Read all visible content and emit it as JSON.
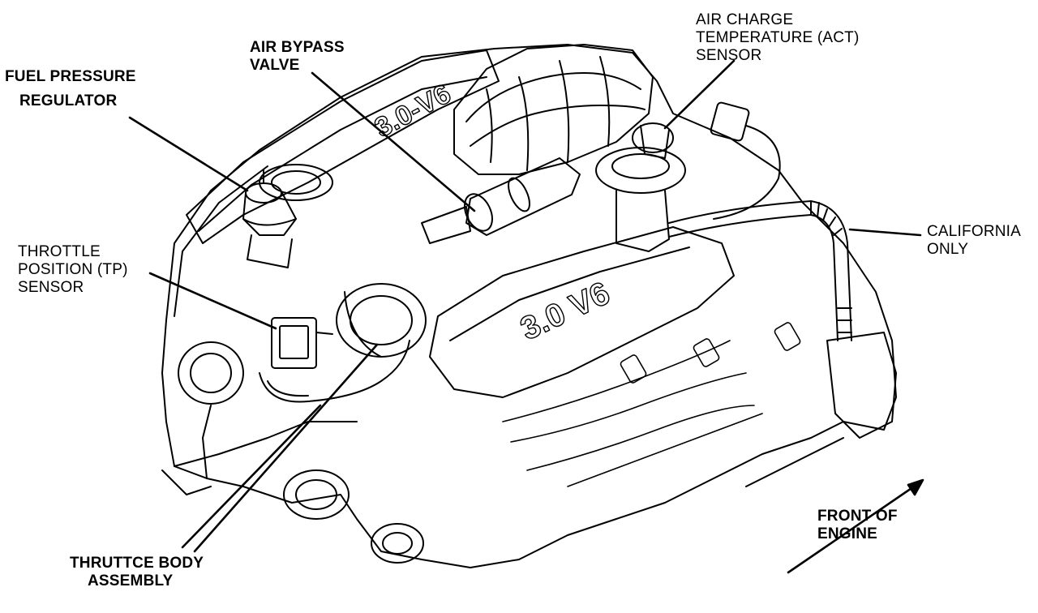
{
  "labels": {
    "fuel_pressure_regulator": [
      "FUEL PRESSURE",
      "REGULATOR"
    ],
    "air_bypass_valve": [
      "AIR BYPASS",
      "VALVE"
    ],
    "act_sensor": [
      "AIR CHARGE",
      "TEMPERATURE (ACT)",
      "SENSOR"
    ],
    "california_only": [
      "CALIFORNIA",
      "ONLY"
    ],
    "tp_sensor": [
      "THROTTLE",
      "POSITION (TP)",
      "SENSOR"
    ],
    "throttle_body": [
      "THRUTTCE BODY",
      "ASSEMBLY"
    ],
    "front_of_engine": [
      "FRONT OF",
      "ENGINE"
    ]
  },
  "engine_markings": {
    "intake_emboss": "3.0-V6",
    "valve_cover_emboss": "3.0 V6"
  },
  "colors": {
    "ink": "#000000",
    "paper": "#ffffff"
  }
}
